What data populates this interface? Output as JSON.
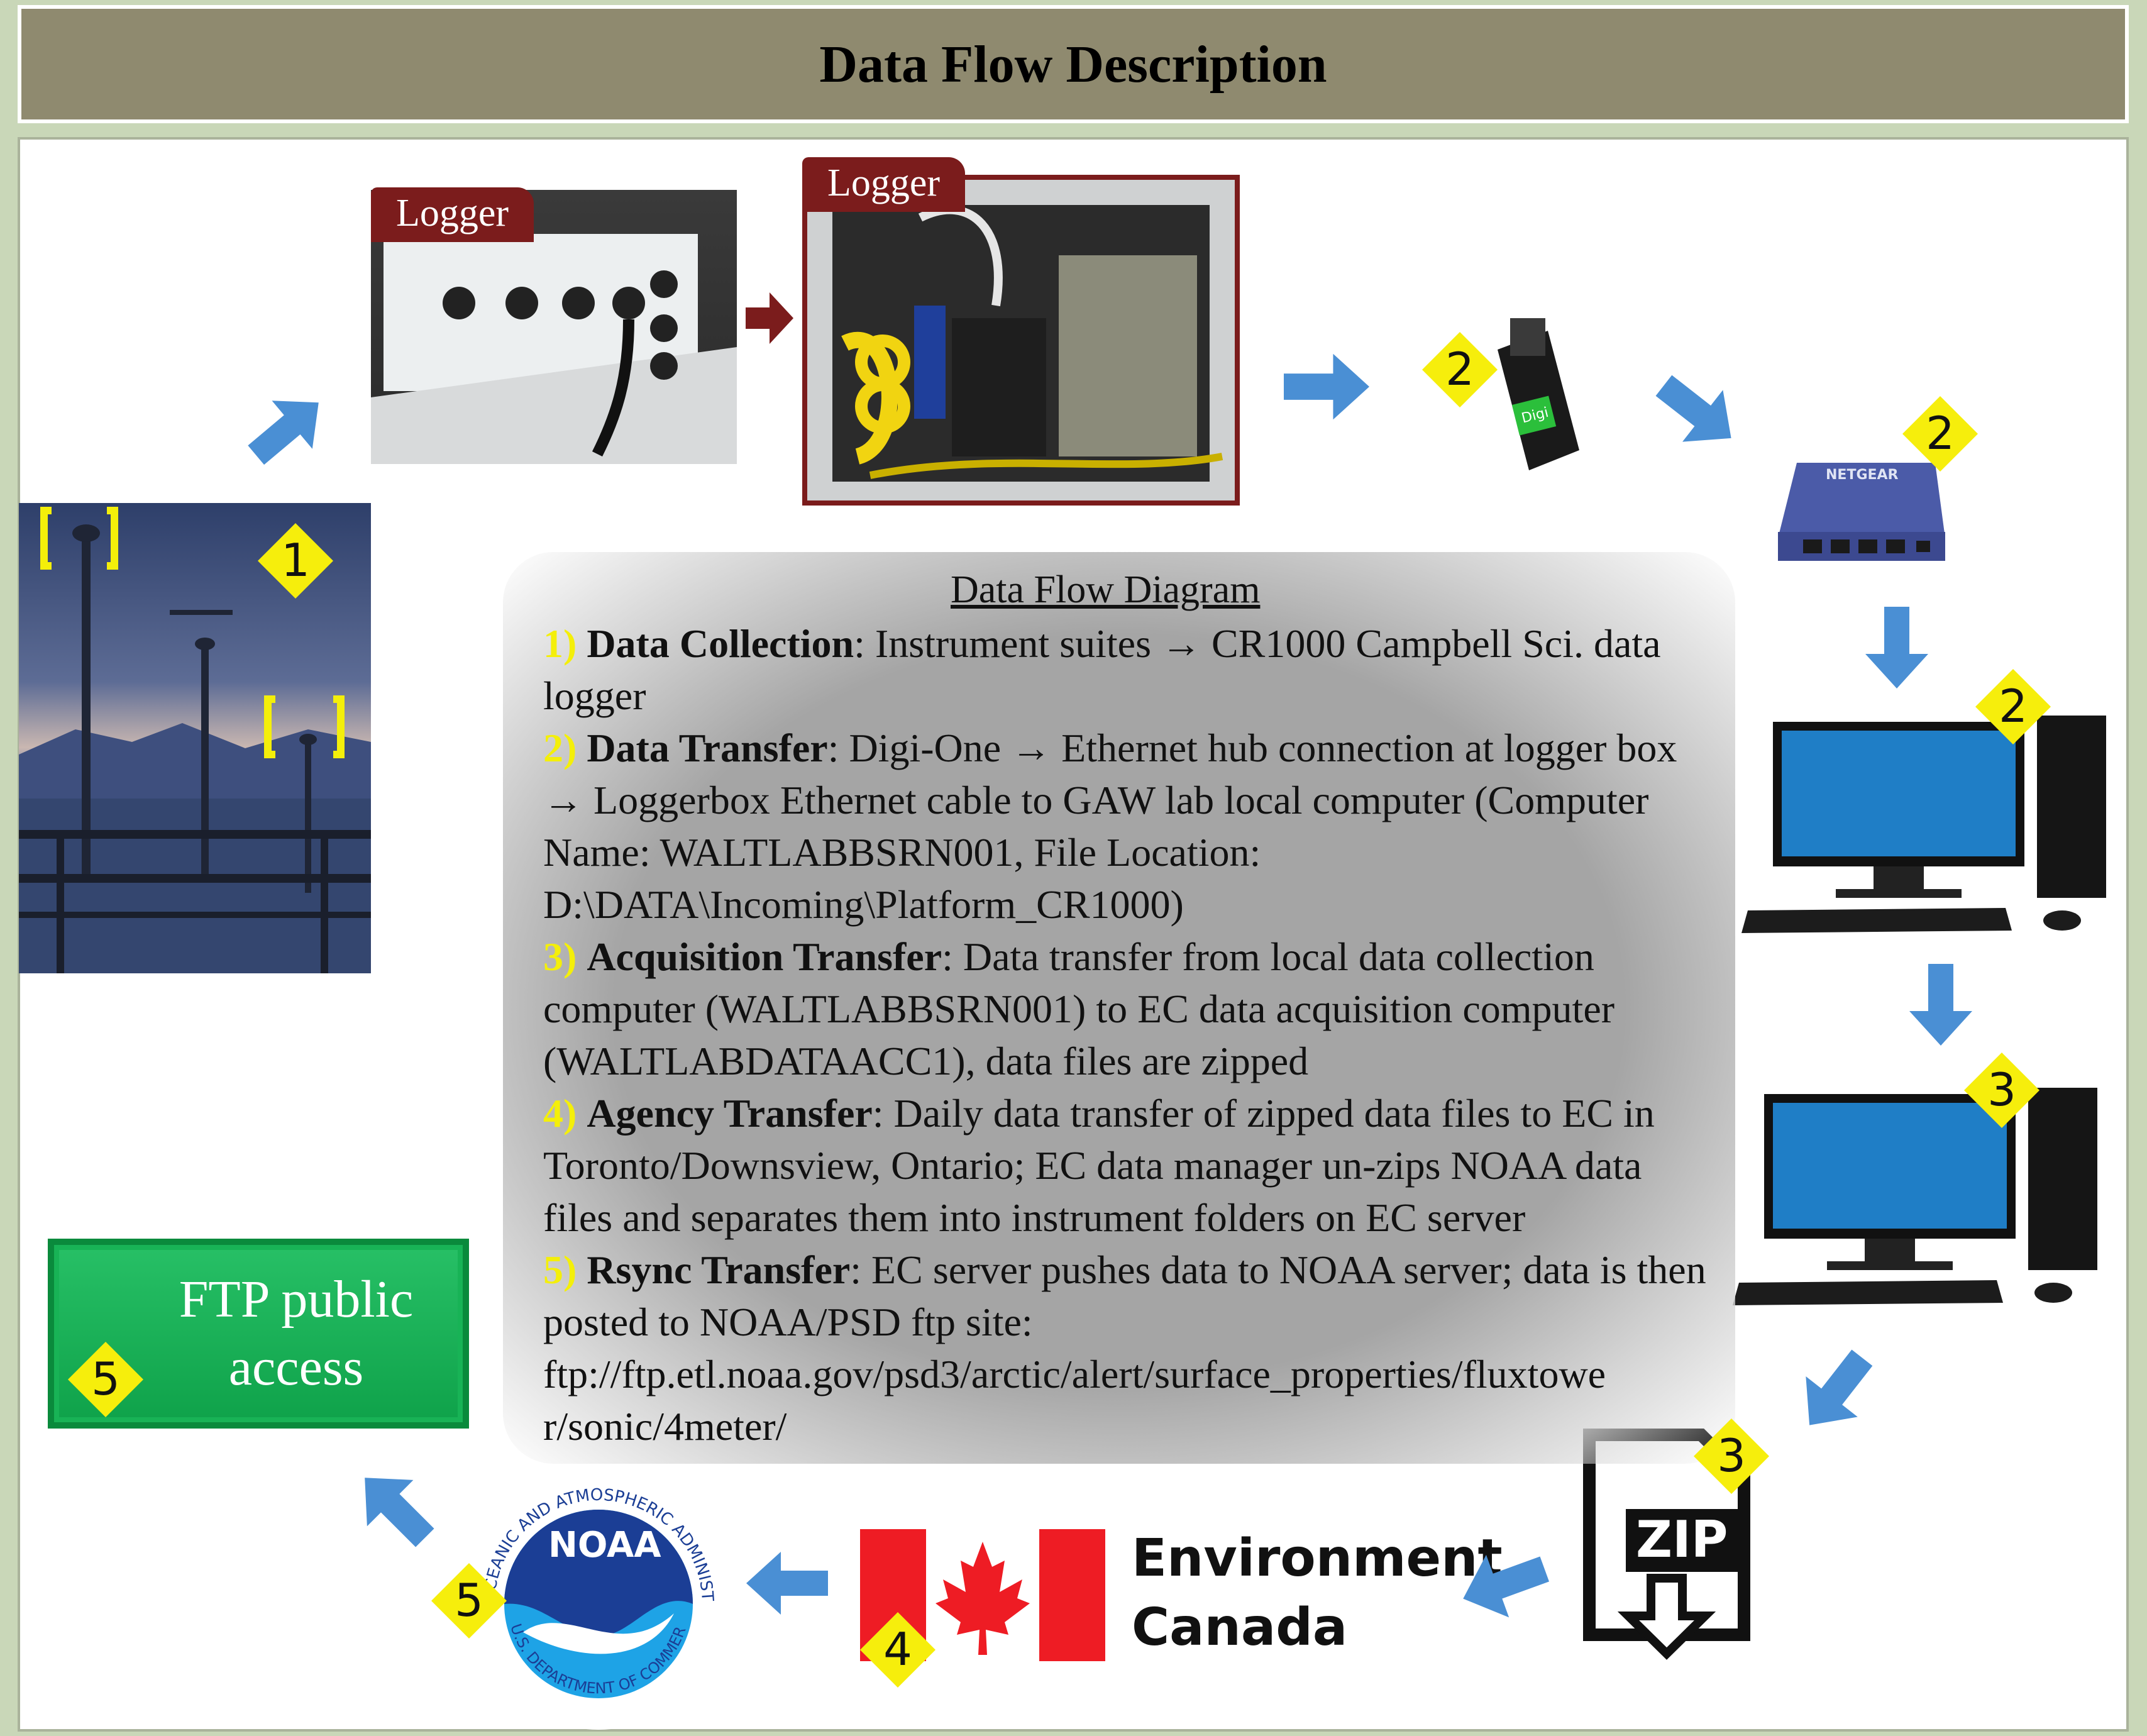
{
  "header": {
    "title": "Data Flow Description"
  },
  "logger_tags": [
    "Logger",
    "Logger"
  ],
  "step_badges": [
    "1",
    "2",
    "2",
    "2",
    "3",
    "3",
    "4",
    "5",
    "5"
  ],
  "diagram": {
    "title": "Data Flow Diagram",
    "steps": [
      {
        "num": "1)",
        "title": "Data Collection",
        "text": ": Instrument suites → CR1000 Campbell Sci. data logger"
      },
      {
        "num": "2)",
        "title": "Data Transfer",
        "text": ": Digi-One → Ethernet hub connection at logger box → Loggerbox Ethernet cable to GAW lab local computer (Computer Name: WALTLABBSRN001, File Location: D:\\DATA\\Incoming\\Platform_CR1000)"
      },
      {
        "num": "3)",
        "title": "Acquisition Transfer",
        "text": ": Data transfer from local data collection computer (WALTLABBSRN001) to EC data acquisition computer (WALTLABDATAACC1), data files are zipped"
      },
      {
        "num": "4)",
        "title": "Agency Transfer",
        "text": ": Daily data transfer of zipped data files to EC in Toronto/Downsview, Ontario; EC data manager un-zips NOAA data files and separates them into instrument folders on EC server"
      },
      {
        "num": "5)",
        "title": "Rsync Transfer",
        "text": ": EC server pushes data to NOAA server; data is then posted to NOAA/PSD ftp site: ftp://ftp.etl.noaa.gov/psd3/arctic/alert/surface_properties/fluxtowe r/sonic/4meter/"
      }
    ]
  },
  "ftp": {
    "label": "FTP public access"
  },
  "environment_canada": {
    "name": "Environment\nCanada"
  },
  "noaa": {
    "logo_text": "NOAA",
    "ring_top": "OCEANIC AND ATMOSPHERIC ADMINISTRATION",
    "ring_bottom": "U.S. DEPARTMENT OF COMMERCE"
  },
  "zip": {
    "label": "ZIP"
  },
  "digi": {
    "label": "Digi"
  },
  "netgear": {
    "label": "NETGEAR"
  },
  "colors": {
    "header_bg": "#8f8a6f",
    "arrow_blue": "#4a8fd4",
    "badge_yellow": "#f6ee0c",
    "logger_red": "#7b1c1c",
    "ftp_green": "#13a84d",
    "canada_red": "#ee1c24",
    "noaa_blue": "#1b3e95"
  }
}
